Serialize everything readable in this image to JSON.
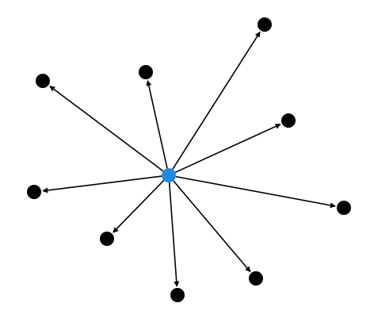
{
  "diagram": {
    "type": "star-graph",
    "directed": true,
    "center": {
      "id": "hub",
      "color": "#1E88E5"
    },
    "leaf_color": "#000000",
    "edge_color": "#000000",
    "leaves": [
      {
        "id": "n1"
      },
      {
        "id": "n2"
      },
      {
        "id": "n3"
      },
      {
        "id": "n4"
      },
      {
        "id": "n5"
      },
      {
        "id": "n6"
      },
      {
        "id": "n7"
      },
      {
        "id": "n8"
      },
      {
        "id": "n9"
      },
      {
        "id": "n10"
      }
    ]
  }
}
